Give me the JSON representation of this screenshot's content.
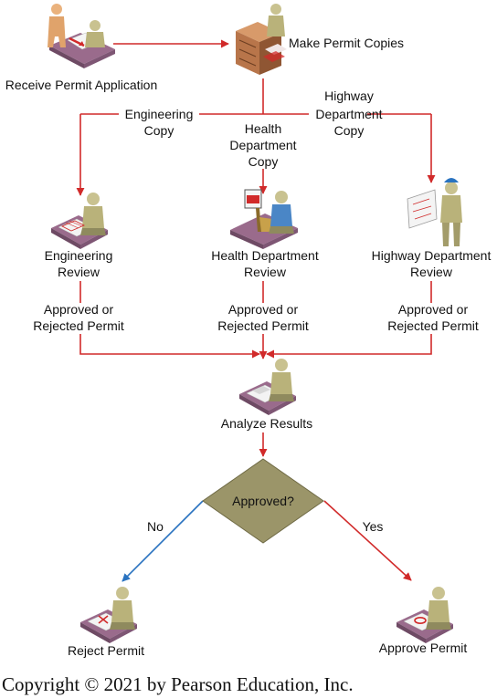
{
  "colors": {
    "arrow_red": "#d12a2a",
    "arrow_blue": "#2a73c0",
    "decision_fill": "#9b9569",
    "desk_purple": "#9a6b8c",
    "figure_khaki": "#b9b27a",
    "figure_orange": "#e0a36b",
    "cabinet_brown": "#b8754a"
  },
  "nodes": {
    "receive": "Receive Permit Application",
    "copies": "Make Permit Copies",
    "eng_review_1": "Engineering",
    "eng_review_2": "Review",
    "health_review_1": "Health Department",
    "health_review_2": "Review",
    "highway_review_1": "Highway Department",
    "highway_review_2": "Review",
    "analyze": "Analyze Results",
    "decision": "Approved?",
    "reject": "Reject Permit",
    "approve": "Approve Permit"
  },
  "edge_labels": {
    "eng_copy_1": "Engineering",
    "eng_copy_2": "Copy",
    "health_copy_1": "Health",
    "health_copy_2": "Department",
    "health_copy_3": "Copy",
    "highway_copy_1": "Highway",
    "highway_copy_2": "Department",
    "highway_copy_3": "Copy",
    "result_1": "Approved or",
    "result_2": "Rejected Permit",
    "no": "No",
    "yes": "Yes"
  },
  "icons": {
    "receive": "two-people-desk-icon",
    "copies": "copier-person-icon",
    "engineering": "person-desk-plans-icon",
    "health": "person-inspection-icon",
    "highway": "engineer-blueprint-icon",
    "analyze": "person-desk-icon",
    "reject": "person-desk-reject-icon",
    "approve": "person-desk-approve-icon"
  },
  "footer": "Copyright © 2021 by Pearson Education, Inc."
}
